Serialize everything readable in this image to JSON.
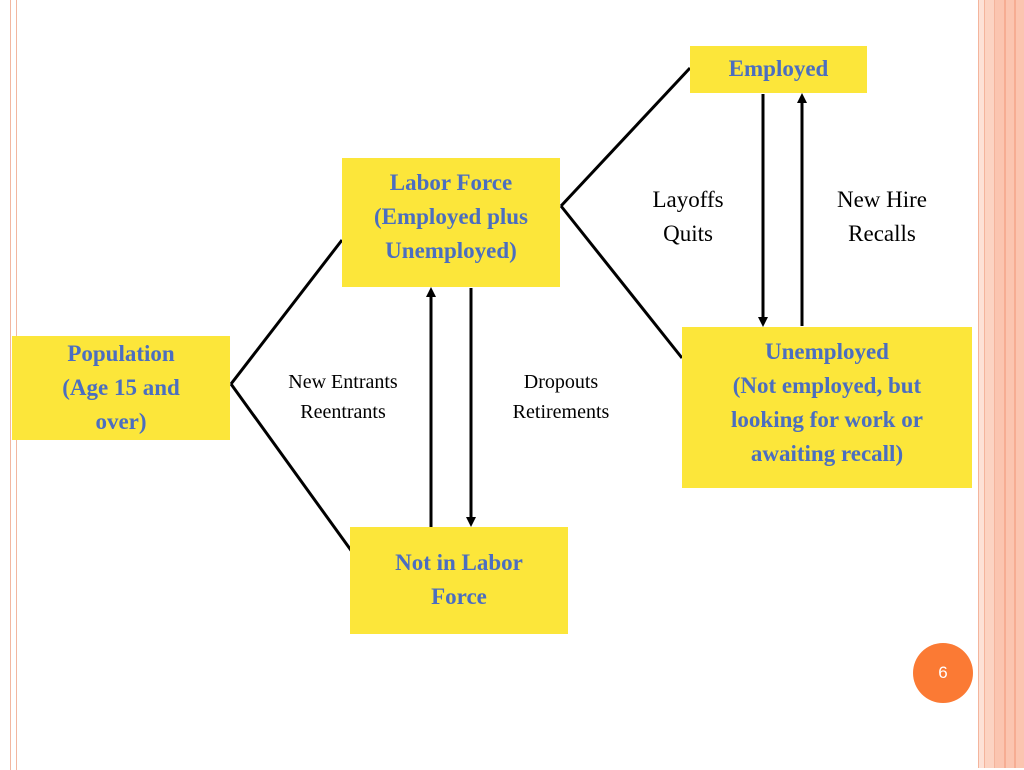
{
  "boxes": {
    "employed": {
      "line1": "Employed"
    },
    "labor_force": {
      "line1": "Labor Force",
      "line2": "(Employed plus",
      "line3": "Unemployed)"
    },
    "population": {
      "line1": "Population",
      "line2": "(Age 15 and",
      "line3": "over)"
    },
    "not_in_labor_force": {
      "line1": "Not in Labor",
      "line2": "Force"
    },
    "unemployed": {
      "line1": "Unemployed",
      "line2": "(Not employed, but",
      "line3": "looking for work or",
      "line4": "awaiting recall)"
    }
  },
  "flows": {
    "employed_to_unemployed": {
      "line1": "Layoffs",
      "line2": "Quits"
    },
    "unemployed_to_employed": {
      "line1": "New Hire",
      "line2": "Recalls"
    },
    "not_in_to_labor": {
      "line1": "New Entrants",
      "line2": "Reentrants"
    },
    "labor_to_not_in": {
      "line1": "Dropouts",
      "line2": "Retirements"
    }
  },
  "colors": {
    "box_fill": "#fce63a",
    "box_text": "#4b6ec0",
    "badge": "#fb7a34",
    "frame": "#fbc5b0"
  },
  "page": {
    "number": "6"
  }
}
